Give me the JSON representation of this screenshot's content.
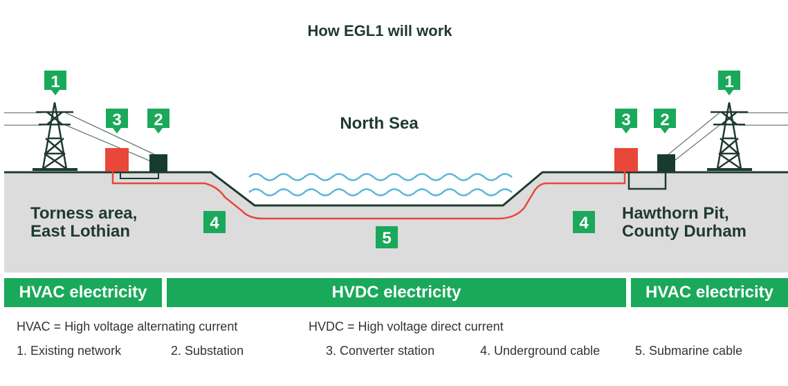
{
  "title": "How EGL1 will work",
  "sea_label": "North Sea",
  "left_location": {
    "line1": "Torness area,",
    "line2": "East Lothian"
  },
  "right_location": {
    "line1": "Hawthorn Pit,",
    "line2": "County Durham"
  },
  "markers": {
    "existing_network": "1",
    "substation": "2",
    "converter_station": "3",
    "underground_cable": "4",
    "submarine_cable": "5"
  },
  "bands": {
    "left": "HVAC electricity",
    "middle": "HVDC electricity",
    "right": "HVAC electricity"
  },
  "definitions": {
    "hvac": "HVAC = High voltage alternating current",
    "hvdc": "HVDC = High voltage direct current"
  },
  "legend": [
    "1. Existing network",
    "2. Substation",
    "3. Converter station",
    "4. Underground cable",
    "5. Submarine cable"
  ],
  "colors": {
    "green_marker": "#1aa85a",
    "dark_green": "#1e3a2f",
    "converter_red": "#e8473a",
    "substation_dark": "#173c2d",
    "ground_grey": "#dcdcdc",
    "water_blue": "#5bb4d8",
    "cable_red": "#e8473a"
  }
}
